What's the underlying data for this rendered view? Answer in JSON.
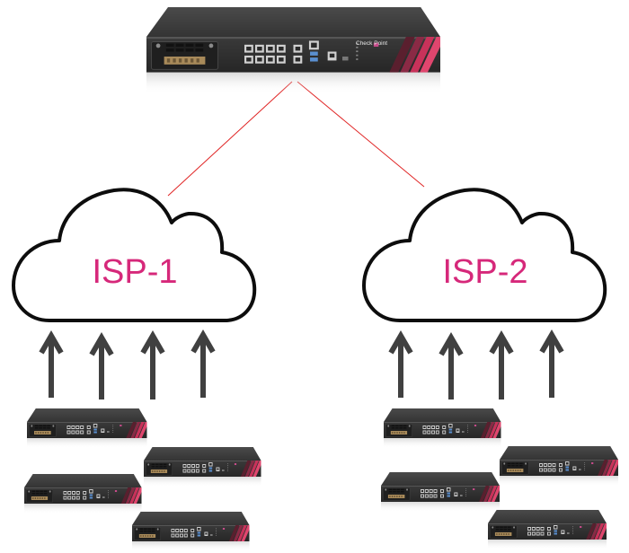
{
  "diagram": {
    "type": "network-topology",
    "central_gateway": {
      "name": "central-gateway",
      "brand_label": "Check Point"
    },
    "links": [
      {
        "from": "central-gateway",
        "to": "ISP-1"
      },
      {
        "from": "central-gateway",
        "to": "ISP-2"
      }
    ],
    "clouds": [
      {
        "id": "isp-1",
        "label": "ISP-1",
        "uplink_arrows": 4,
        "branch_gateways": 4
      },
      {
        "id": "isp-2",
        "label": "ISP-2",
        "uplink_arrows": 4,
        "branch_gateways": 4
      }
    ]
  },
  "colors": {
    "link_line": "#e02424",
    "isp_label": "#d6287a",
    "cloud_stroke": "#0d0d0d",
    "arrow": "#404040",
    "device_body": "#3b3b3b",
    "device_accent": "#d8325f"
  }
}
